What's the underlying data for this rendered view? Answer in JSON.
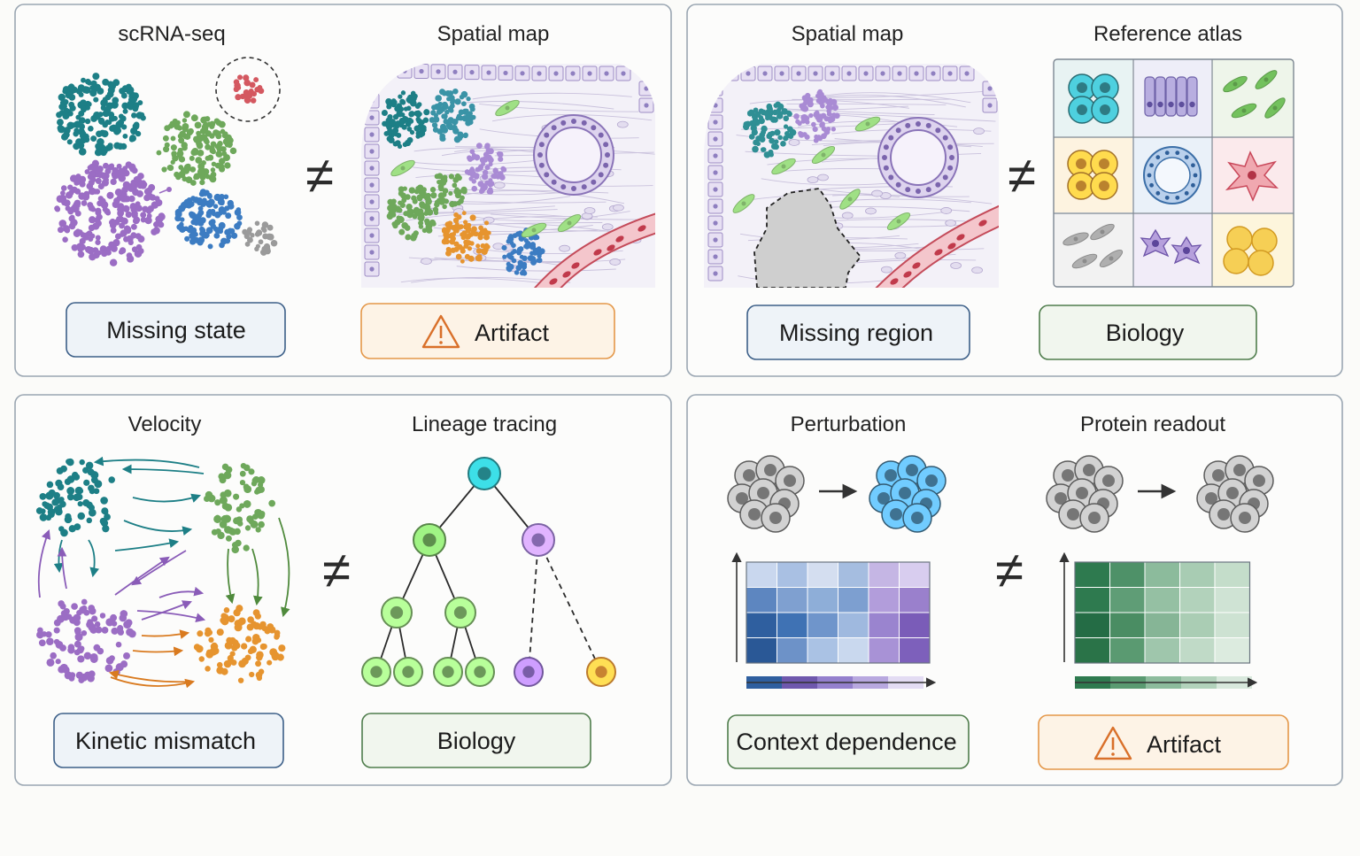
{
  "colors": {
    "teal": "#1d7f86",
    "green": "#6ea85b",
    "purple": "#9b6dc4",
    "blue": "#3c7cc2",
    "orange": "#e6942f",
    "gray": "#9a9a9a",
    "red": "#d45860",
    "tag_blue_fill": "#eef3f8",
    "tag_blue_border": "#3c5f88",
    "tag_orange_fill": "#fdf3e6",
    "tag_orange_border": "#e49748",
    "tag_green_fill": "#f1f6ee",
    "tag_green_border": "#4f7d4c"
  },
  "neq_symbol": "≠",
  "panels": [
    {
      "left_title": "scRNA-seq",
      "right_title": "Spatial map",
      "left_tag": "Missing state",
      "right_tag": "Artifact",
      "left_tag_kind": "blue",
      "right_tag_kind": "orange-warning"
    },
    {
      "left_title": "Spatial map",
      "right_title": "Reference atlas",
      "left_tag": "Missing region",
      "right_tag": "Biology",
      "left_tag_kind": "blue",
      "right_tag_kind": "green"
    },
    {
      "left_title": "Velocity",
      "right_title": "Lineage tracing",
      "left_tag": "Kinetic mismatch",
      "right_tag": "Biology",
      "left_tag_kind": "blue",
      "right_tag_kind": "green"
    },
    {
      "left_title": "Perturbation",
      "right_title": "Protein readout",
      "left_tag": "Context dependence",
      "right_tag": "Artifact",
      "left_tag_kind": "green",
      "right_tag_kind": "orange-warning"
    }
  ]
}
